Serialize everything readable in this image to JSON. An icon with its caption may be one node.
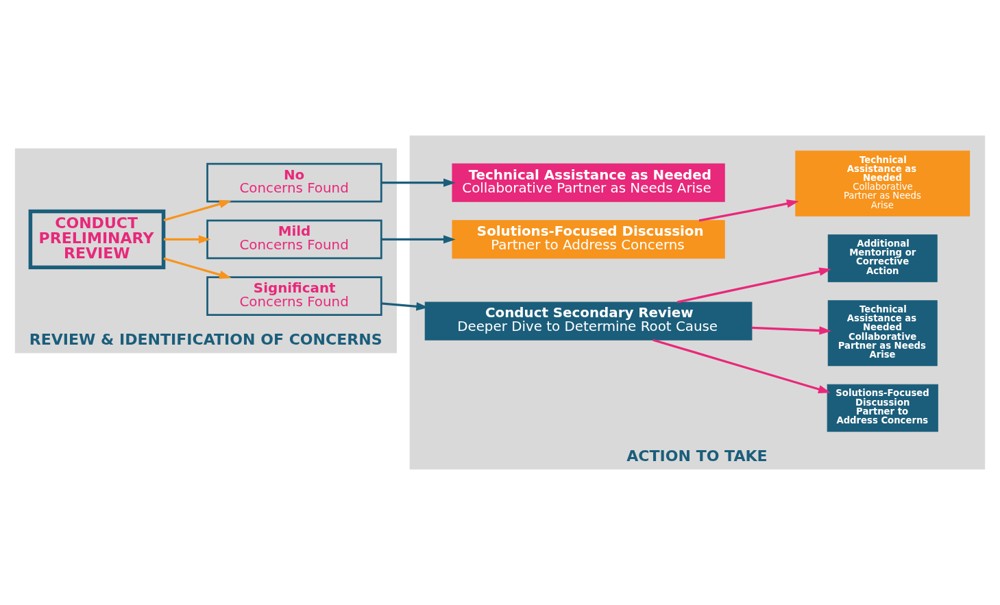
{
  "diagram": {
    "nodes": [
      {
        "text": [
          "REVIEW & IDENTIFICATION OF CONCERNS"
        ]
      },
      {
        "text": [
          "CONDUCT PRELIMINARY REVIEW"
        ],
        "in": 0
      },
      {
        "text": [
          "Significant",
          "Concerns Found"
        ],
        "in": 0
      },
      {
        "text": [
          "Mild",
          "Concerns Found"
        ],
        "in": 0
      },
      {
        "text": [
          "No",
          "Concerns Found"
        ],
        "in": 0
      },
      {
        "text": [
          "ACTION TO TAKE"
        ]
      },
      {
        "text": [
          "Conduct Secondary Review",
          "Deeper Dive to Determine Root Cause"
        ],
        "in": 5
      },
      {
        "text": [
          "Solutions-Focused Discussion Partner to Address Concerns"
        ],
        "in": 5
      },
      {
        "text": [
          "Technical Assistance as Needed Collaborative Partner as Needs Arise"
        ],
        "in": 5
      },
      {
        "text": [
          "Additional Mentoring or Corrective Action"
        ],
        "in": 5
      },
      {
        "text": [
          "Solutions-Focused Discussion",
          "Partner to Address Concerns"
        ],
        "in": 5
      },
      {
        "text": [
          "Technical Assistance as Needed",
          "Collaborative Partner as Needs Arise"
        ],
        "in": 5
      },
      {
        "text": [
          "Technical Assistance as Needed",
          "Collaborative Partner as Needs Arise"
        ],
        "in": 5
      }
    ],
    "edges": [
      {
        "from": 1,
        "to": 2,
        "arrow": "to",
        "color": "#f7941d"
      },
      {
        "from": 1,
        "to": 3,
        "arrow": "to",
        "color": "#f7941d"
      },
      {
        "from": 1,
        "to": 4,
        "arrow": "to",
        "color": "#f7941d"
      },
      {
        "from": 2,
        "to": 6,
        "arrow": "to",
        "color": "#1b5e7b"
      },
      {
        "from": 6,
        "to": 7,
        "arrow": "to",
        "color": "#e8287a"
      },
      {
        "from": 6,
        "to": 8,
        "arrow": "to",
        "color": "#e8287a"
      },
      {
        "from": 6,
        "to": 9,
        "arrow": "to",
        "color": "#e8287a"
      },
      {
        "from": 3,
        "to": 10,
        "arrow": "to",
        "color": "#1b5e7b"
      },
      {
        "from": 10,
        "to": 11,
        "arrow": "to",
        "color": "#e8287a"
      },
      {
        "from": 4,
        "to": 12,
        "arrow": "to",
        "color": "#1b5e7b"
      }
    ]
  }
}
